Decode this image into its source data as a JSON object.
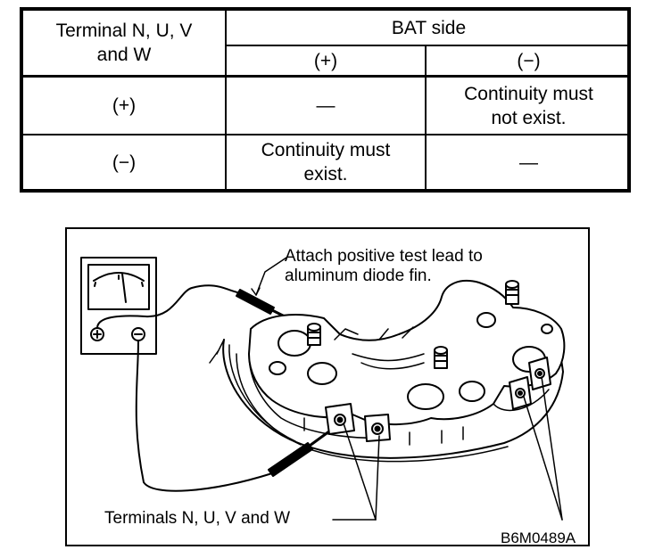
{
  "table": {
    "header_terminal": "Terminal N, U, V\nand W",
    "header_bat": "BAT side",
    "header_pos": "(+)",
    "header_neg": "(−)",
    "rows": [
      {
        "terminal": "(+)",
        "bat_pos": "—",
        "bat_neg": "Continuity must\nnot exist."
      },
      {
        "terminal": "(−)",
        "bat_pos": "Continuity must\nexist.",
        "bat_neg": "—"
      }
    ]
  },
  "figure": {
    "callout_top": "Attach positive test lead to\naluminum diode fin.",
    "callout_bottom": "Terminals N, U, V and W",
    "figure_code": "B6M0489A"
  }
}
